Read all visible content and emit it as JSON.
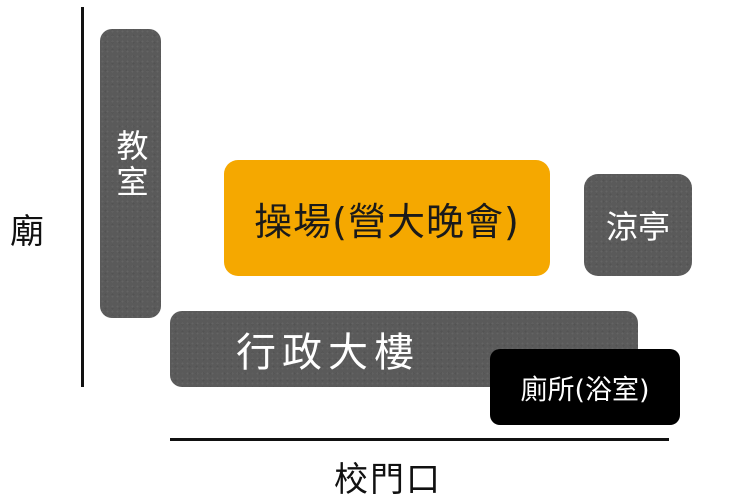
{
  "map": {
    "buildings": {
      "classroom": "教室",
      "playground": "操場(營大晚會)",
      "pavilion": "涼亭",
      "admin_building": "行政大樓",
      "toilet": "廁所(浴室)"
    },
    "landmarks": {
      "temple": "廟",
      "school_gate": "校門口"
    },
    "colors": {
      "building_gray": "#5a5a5a",
      "playground_highlight": "#f5a800",
      "toilet_black": "#000000",
      "boundary_line": "#111111"
    }
  }
}
